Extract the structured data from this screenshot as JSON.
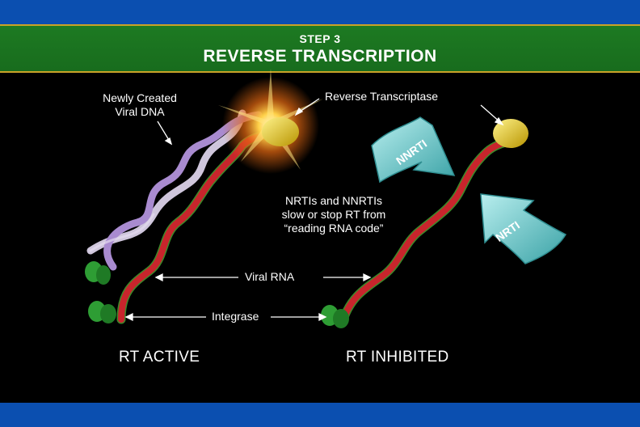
{
  "header": {
    "step": "STEP 3",
    "title": "REVERSE TRANSCRIPTION"
  },
  "labels": {
    "newly_created_line1": "Newly Created",
    "newly_created_line2": "Viral DNA",
    "reverse_transcriptase": "Reverse Transcriptase",
    "nrti_note_line1": "NRTIs and NNRTIs",
    "nrti_note_line2": "slow or stop RT from",
    "nrti_note_line3": "“reading RNA code”",
    "viral_rna": "Viral RNA",
    "integrase": "Integrase",
    "rt_active": "RT ACTIVE",
    "rt_inhibited": "RT INHIBITED",
    "arrow_nnrti": "NNRTI",
    "arrow_nrti": "NRTI"
  },
  "colors": {
    "header_green": "#1d7a22",
    "header_border": "#c9a227",
    "frame_blue": "#0b4fb0",
    "rna_red": "#c8252c",
    "dna_purple": "#a98bd0",
    "enzyme_yellow": "#e8c21a",
    "integrase_green": "#2e9d34",
    "arrow_teal": "#7fcfd0"
  },
  "icons": [
    "dna-helix-icon",
    "reverse-transcriptase-icon",
    "integrase-icon",
    "drug-arrow-icon",
    "glow-burst-icon"
  ]
}
